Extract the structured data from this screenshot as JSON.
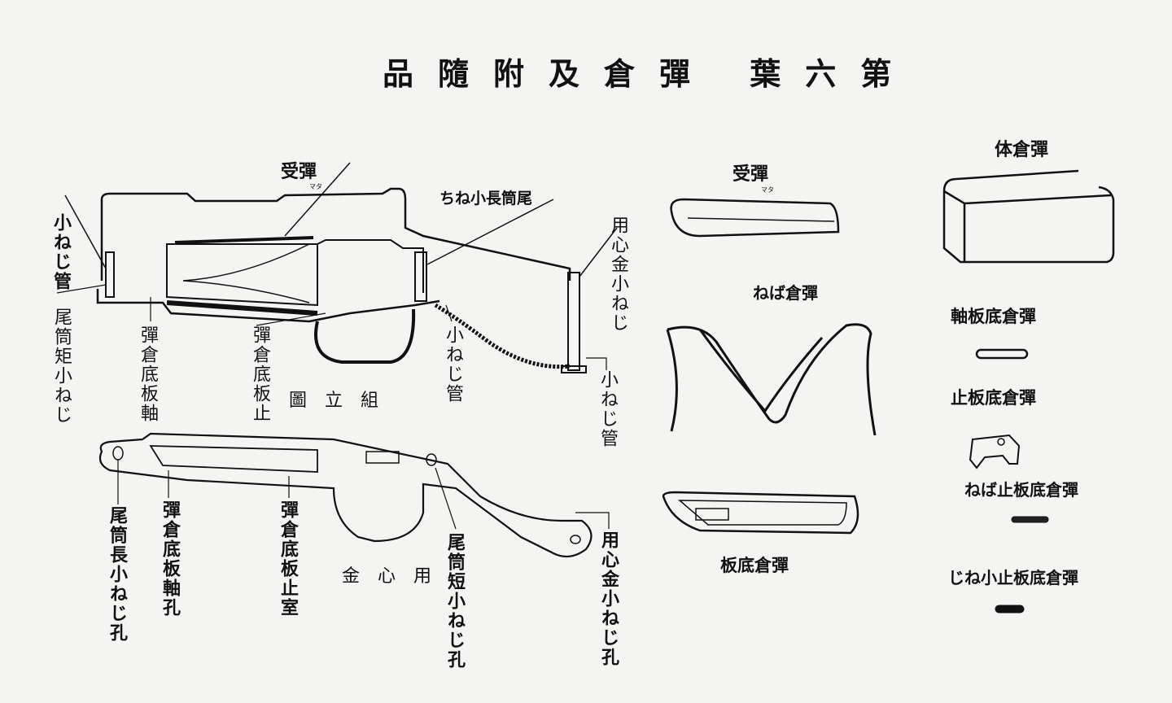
{
  "title": "品隨附及倉彈 葉六第",
  "assembly": {
    "caption": "圖立組",
    "labels": {
      "follower": "受彈",
      "follower_ruby": "マタ",
      "tang_long_screw": "ちね小長筒尾",
      "screw_tube_left": "小ねじ管",
      "tang_short_screw": "尾筒矩小ねじ",
      "floorplate_pin": "彈倉底板軸",
      "floorplate_catch": "彈倉底板止",
      "screw_tube_mid": "小ねじ管",
      "trigger_guard_screw": "用心金小ねじ",
      "screw_tube_right": "小ねじ管"
    }
  },
  "trigger_guard": {
    "caption": "金心用",
    "labels": {
      "tang_long_screw_hole": "尾筒長小ねじ孔",
      "floorplate_pin_hole": "彈倉底板軸孔",
      "floorplate_catch_recess": "彈倉底板止室",
      "tang_short_screw_hole": "尾筒短小ねじ孔",
      "guard_screw_hole": "用心金小ねじ孔"
    }
  },
  "parts_middle": {
    "follower": "受彈",
    "follower_ruby": "マタ",
    "magazine_spring": "ねば倉彈",
    "floorplate": "板底倉彈"
  },
  "parts_right": {
    "magazine_body": "体倉彈",
    "floorplate_pin": "軸板底倉彈",
    "floorplate_catch": "止板底倉彈",
    "floorplate_catch_spring": "ねば止板底倉彈",
    "floorplate_catch_screw": "じね小止板底倉彈"
  }
}
